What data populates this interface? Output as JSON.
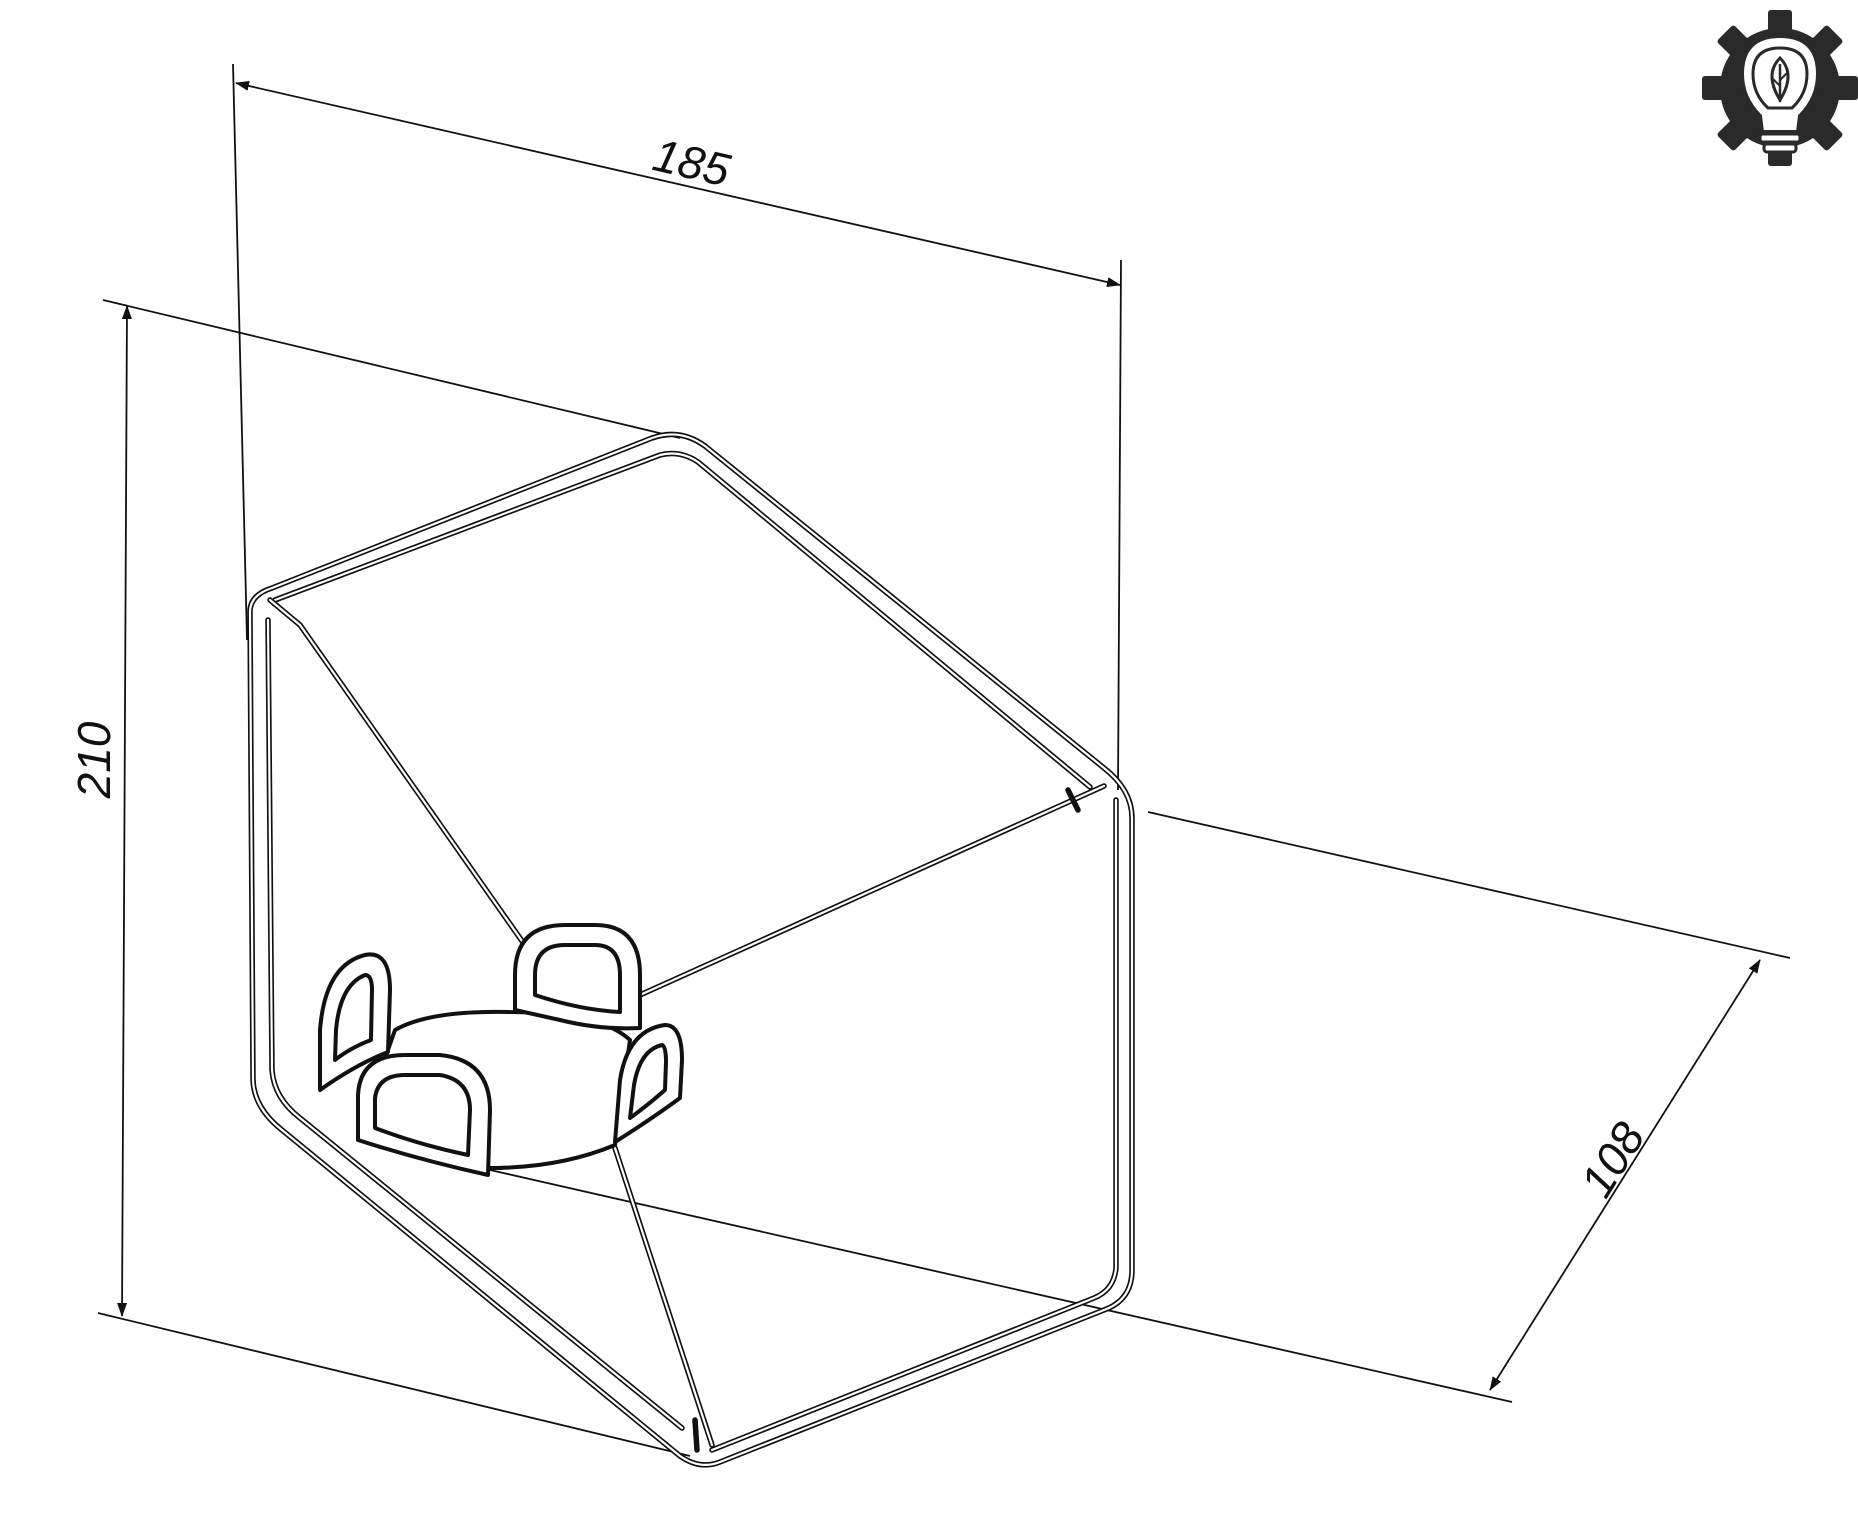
{
  "drawing": {
    "dimensions": [
      {
        "id": "length",
        "value": "185"
      },
      {
        "id": "height",
        "value": "210"
      },
      {
        "id": "depth",
        "value": "108"
      }
    ],
    "logo": {
      "icon": "gear-lightbulb-leaf-icon"
    },
    "colors": {
      "line": "#111111",
      "background": "#ffffff"
    }
  }
}
